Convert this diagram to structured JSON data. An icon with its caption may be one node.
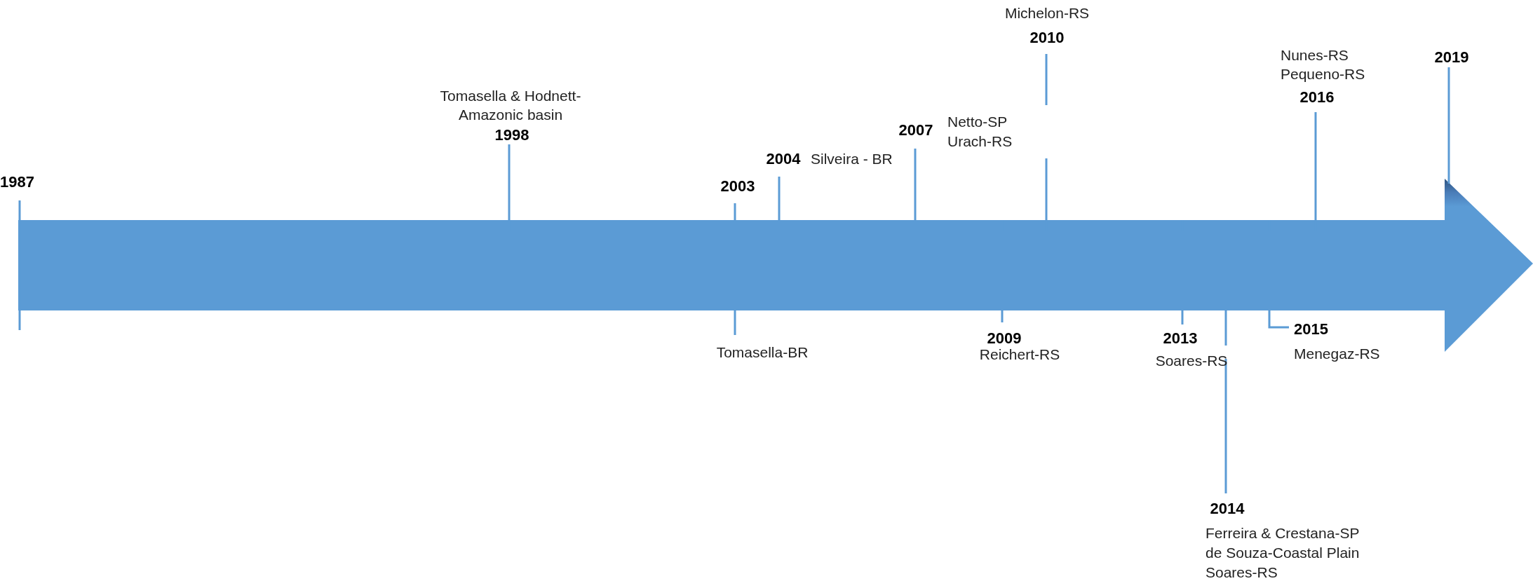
{
  "diagram": {
    "labels": [
      "1987",
      "Tomasella & Hodnett-Amazonic basin",
      "1998",
      "2003",
      "Tomasella-BR",
      "2004",
      "Silveira - BR",
      "2007",
      "Netto-SP",
      "Urach-RS",
      "Michelon-RS",
      "2010",
      "2009",
      "Reichert-RS",
      "2013",
      "Soares-RS",
      "2014",
      "Ferreira & Crestana-SP",
      "de Souza-Coastal Plain",
      "Soares-RS",
      "2015",
      "Menegaz-RS",
      "Nunes-RS",
      "Pequeno-RS",
      "2016",
      "2019"
    ]
  }
}
